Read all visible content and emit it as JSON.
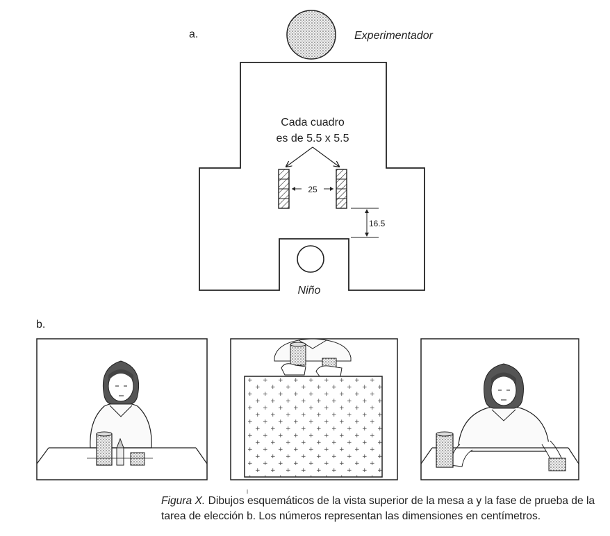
{
  "part_a": {
    "label": "a.",
    "experimenter_label": "Experimentador",
    "child_label": "Niño",
    "square_note_line1": "Cada cuadro",
    "square_note_line2": "es de 5.5 x 5.5",
    "distance_between": "25",
    "distance_to_child": "16.5"
  },
  "part_b": {
    "label": "b."
  },
  "caption": {
    "figure_label": "Figura X.",
    "text_line1": " Dibujos esquemáticos de la vista superior de la mesa a y la fase de prueba de la",
    "text_line2": "tarea de elección b. Los números representan las dimensiones en centímetros."
  }
}
